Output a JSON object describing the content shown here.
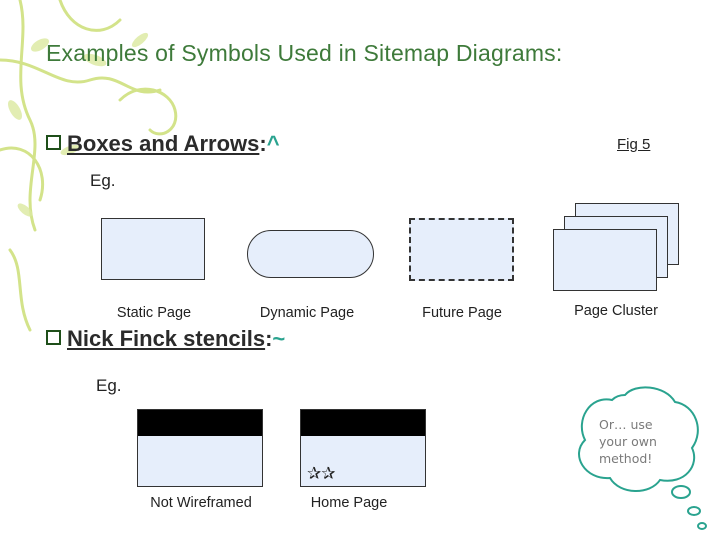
{
  "title": "Examples of Symbols Used in Sitemap Diagrams:",
  "section1": {
    "label": "Boxes and Arrows",
    "separator": ":",
    "mark": "^",
    "eg": "Eg.",
    "fig": "Fig 5",
    "shapes": [
      {
        "caption": "Static Page"
      },
      {
        "caption": "Dynamic Page"
      },
      {
        "caption": "Future Page"
      },
      {
        "caption": "Page Cluster"
      }
    ]
  },
  "section2": {
    "label": "Nick Finck stencils",
    "separator": ":",
    "mark": "~",
    "eg": "Eg.",
    "stencils": [
      {
        "caption": "Not Wireframed"
      },
      {
        "caption": "Home Page",
        "stars": "✰✰"
      }
    ]
  },
  "bubble": {
    "text": "Or… use your own method!"
  },
  "colors": {
    "title": "#3e7a3a",
    "mark": "#2aa38f",
    "shape_fill": "#e6eefb",
    "decoration": "#cfe07a"
  }
}
